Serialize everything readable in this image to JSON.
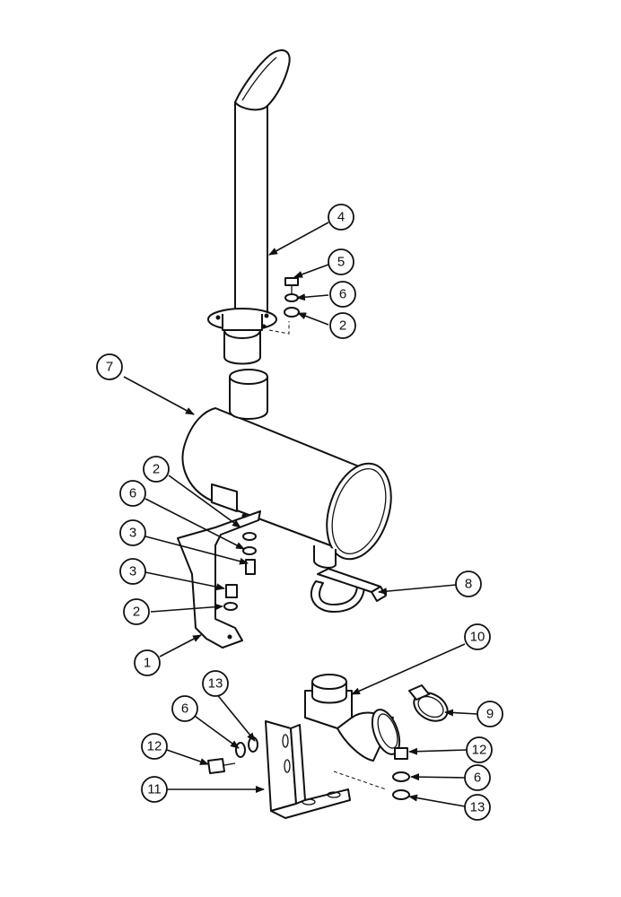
{
  "callouts": [
    {
      "id": "c4",
      "label": "4"
    },
    {
      "id": "c5",
      "label": "5"
    },
    {
      "id": "c6a",
      "label": "6"
    },
    {
      "id": "c2a",
      "label": "2"
    },
    {
      "id": "c7",
      "label": "7"
    },
    {
      "id": "c2b",
      "label": "2"
    },
    {
      "id": "c6b",
      "label": "6"
    },
    {
      "id": "c3a",
      "label": "3"
    },
    {
      "id": "c3b",
      "label": "3"
    },
    {
      "id": "c2c",
      "label": "2"
    },
    {
      "id": "c1",
      "label": "1"
    },
    {
      "id": "c8",
      "label": "8"
    },
    {
      "id": "c10",
      "label": "10"
    },
    {
      "id": "c9",
      "label": "9"
    },
    {
      "id": "c13a",
      "label": "13"
    },
    {
      "id": "c6c",
      "label": "6"
    },
    {
      "id": "c12a",
      "label": "12"
    },
    {
      "id": "c11",
      "label": "11"
    },
    {
      "id": "c12b",
      "label": "12"
    },
    {
      "id": "c6d",
      "label": "6"
    },
    {
      "id": "c13b",
      "label": "13"
    }
  ]
}
